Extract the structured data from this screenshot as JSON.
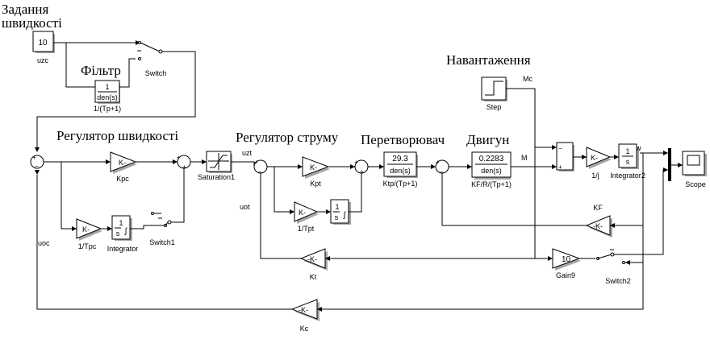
{
  "titles": {
    "speed_setpoint": [
      "Задання",
      "швидкості"
    ],
    "filter": "Фільтр",
    "speed_regulator": "Регулятор швидкості",
    "current_regulator": "Регулятор струму",
    "converter": "Перетворювач",
    "motor": "Двигун",
    "load": "Навантаження"
  },
  "blocks": {
    "const_value": "10",
    "const_name": "uzc",
    "filter_num": "1",
    "filter_den": "den(s)",
    "filter_name": "1/(Tp+1)",
    "switch": "Switch",
    "switch1": "Switch1",
    "switch2": "Switch2",
    "saturation": "Saturation1",
    "kpc_gain": "K-",
    "kpc": "Kpc",
    "tpc_gain": "K-",
    "tpc": "1/Tpc",
    "integrator_text": "1/s",
    "integrator": "Integrator",
    "kpt_gain": "K-",
    "kpt": "Kpt",
    "tpt_gain": "K-",
    "tpt": "1/Tpt",
    "conv_num": "29.3",
    "conv_den": "den(s)",
    "conv_name": "Ktp/(Tp+1)",
    "motor_num": "0.2283",
    "motor_den": "den(s)",
    "motor_name": "KF/R/(Tp+1)",
    "step": "Step",
    "j_gain": "K-",
    "j": "1/j",
    "integrator2": "Integrator2",
    "scope": "Scope",
    "kf_gain": "-K-",
    "kf": "KF",
    "kt_gain": "-K-",
    "kt": "Kt",
    "gain9_value": "10",
    "gain9": "Gain9",
    "kc_gain": "-K-",
    "kc": "Kc"
  },
  "signals": {
    "uzt": "uzt",
    "uot": "uot",
    "uoc": "uoc",
    "M": "M",
    "Mc": "Mc",
    "w": "w"
  }
}
